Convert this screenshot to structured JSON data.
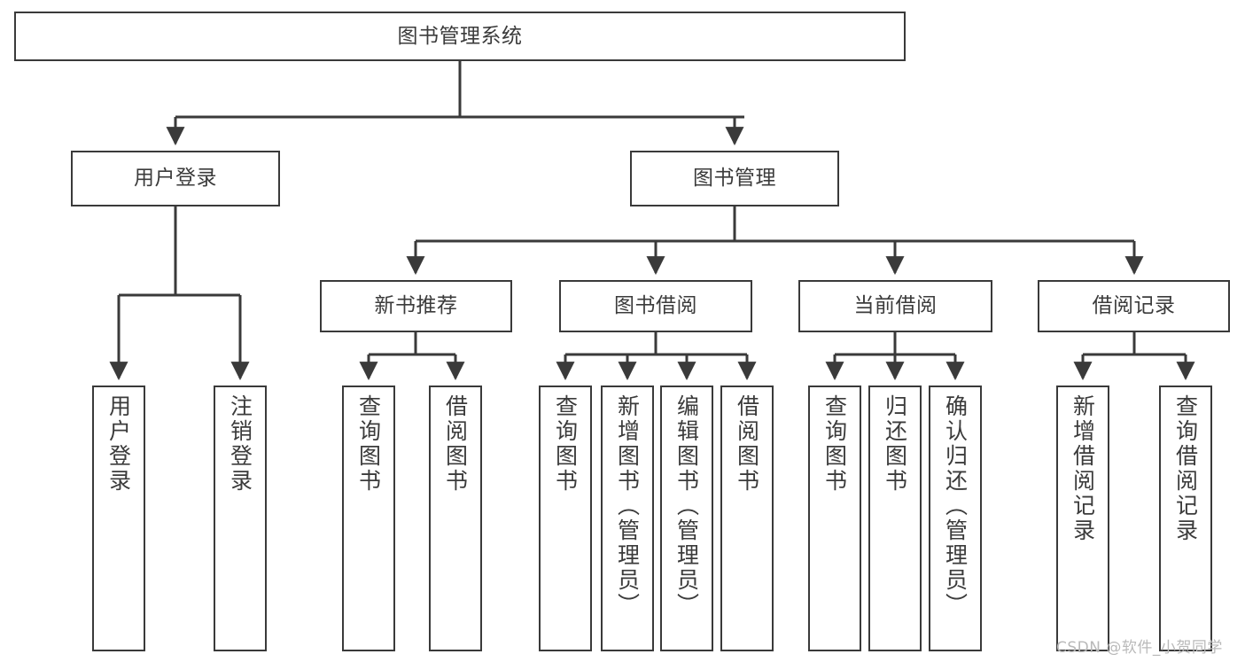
{
  "diagram": {
    "title": "图书管理系统",
    "type": "tree",
    "watermark": "CSDN @软件_小贺同学",
    "colors": {
      "border": "#3a3a3a",
      "text": "#3b3b3b",
      "background": "#ffffff",
      "edge": "#3a3a3a",
      "watermark": "#b9b9b9"
    },
    "nodes": {
      "root": {
        "label": "图书管理系统"
      },
      "level2": [
        {
          "id": "user-login",
          "label": "用户登录"
        },
        {
          "id": "book-manage",
          "label": "图书管理"
        }
      ],
      "level3": [
        {
          "id": "new-book-recommend",
          "label": "新书推荐"
        },
        {
          "id": "book-borrow",
          "label": "图书借阅"
        },
        {
          "id": "current-borrow",
          "label": "当前借阅"
        },
        {
          "id": "borrow-record",
          "label": "借阅记录"
        }
      ],
      "leaves": {
        "user-login": [
          {
            "id": "leaf-user-login",
            "label": "用户登录"
          },
          {
            "id": "leaf-logout",
            "label": "注销登录"
          }
        ],
        "new-book-recommend": [
          {
            "id": "leaf-query-book-1",
            "label": "查询图书"
          },
          {
            "id": "leaf-borrow-book-1",
            "label": "借阅图书"
          }
        ],
        "book-borrow": [
          {
            "id": "leaf-query-book-2",
            "label": "查询图书"
          },
          {
            "id": "leaf-add-book",
            "label": "新增图书（管理员）"
          },
          {
            "id": "leaf-edit-book",
            "label": "编辑图书（管理员）"
          },
          {
            "id": "leaf-borrow-book-2",
            "label": "借阅图书"
          }
        ],
        "current-borrow": [
          {
            "id": "leaf-query-book-3",
            "label": "查询图书"
          },
          {
            "id": "leaf-return-book",
            "label": "归还图书"
          },
          {
            "id": "leaf-confirm-return",
            "label": "确认归还（管理员）"
          }
        ],
        "borrow-record": [
          {
            "id": "leaf-add-record",
            "label": "新增借阅记录"
          },
          {
            "id": "leaf-query-record",
            "label": "查询借阅记录"
          }
        ]
      }
    }
  }
}
